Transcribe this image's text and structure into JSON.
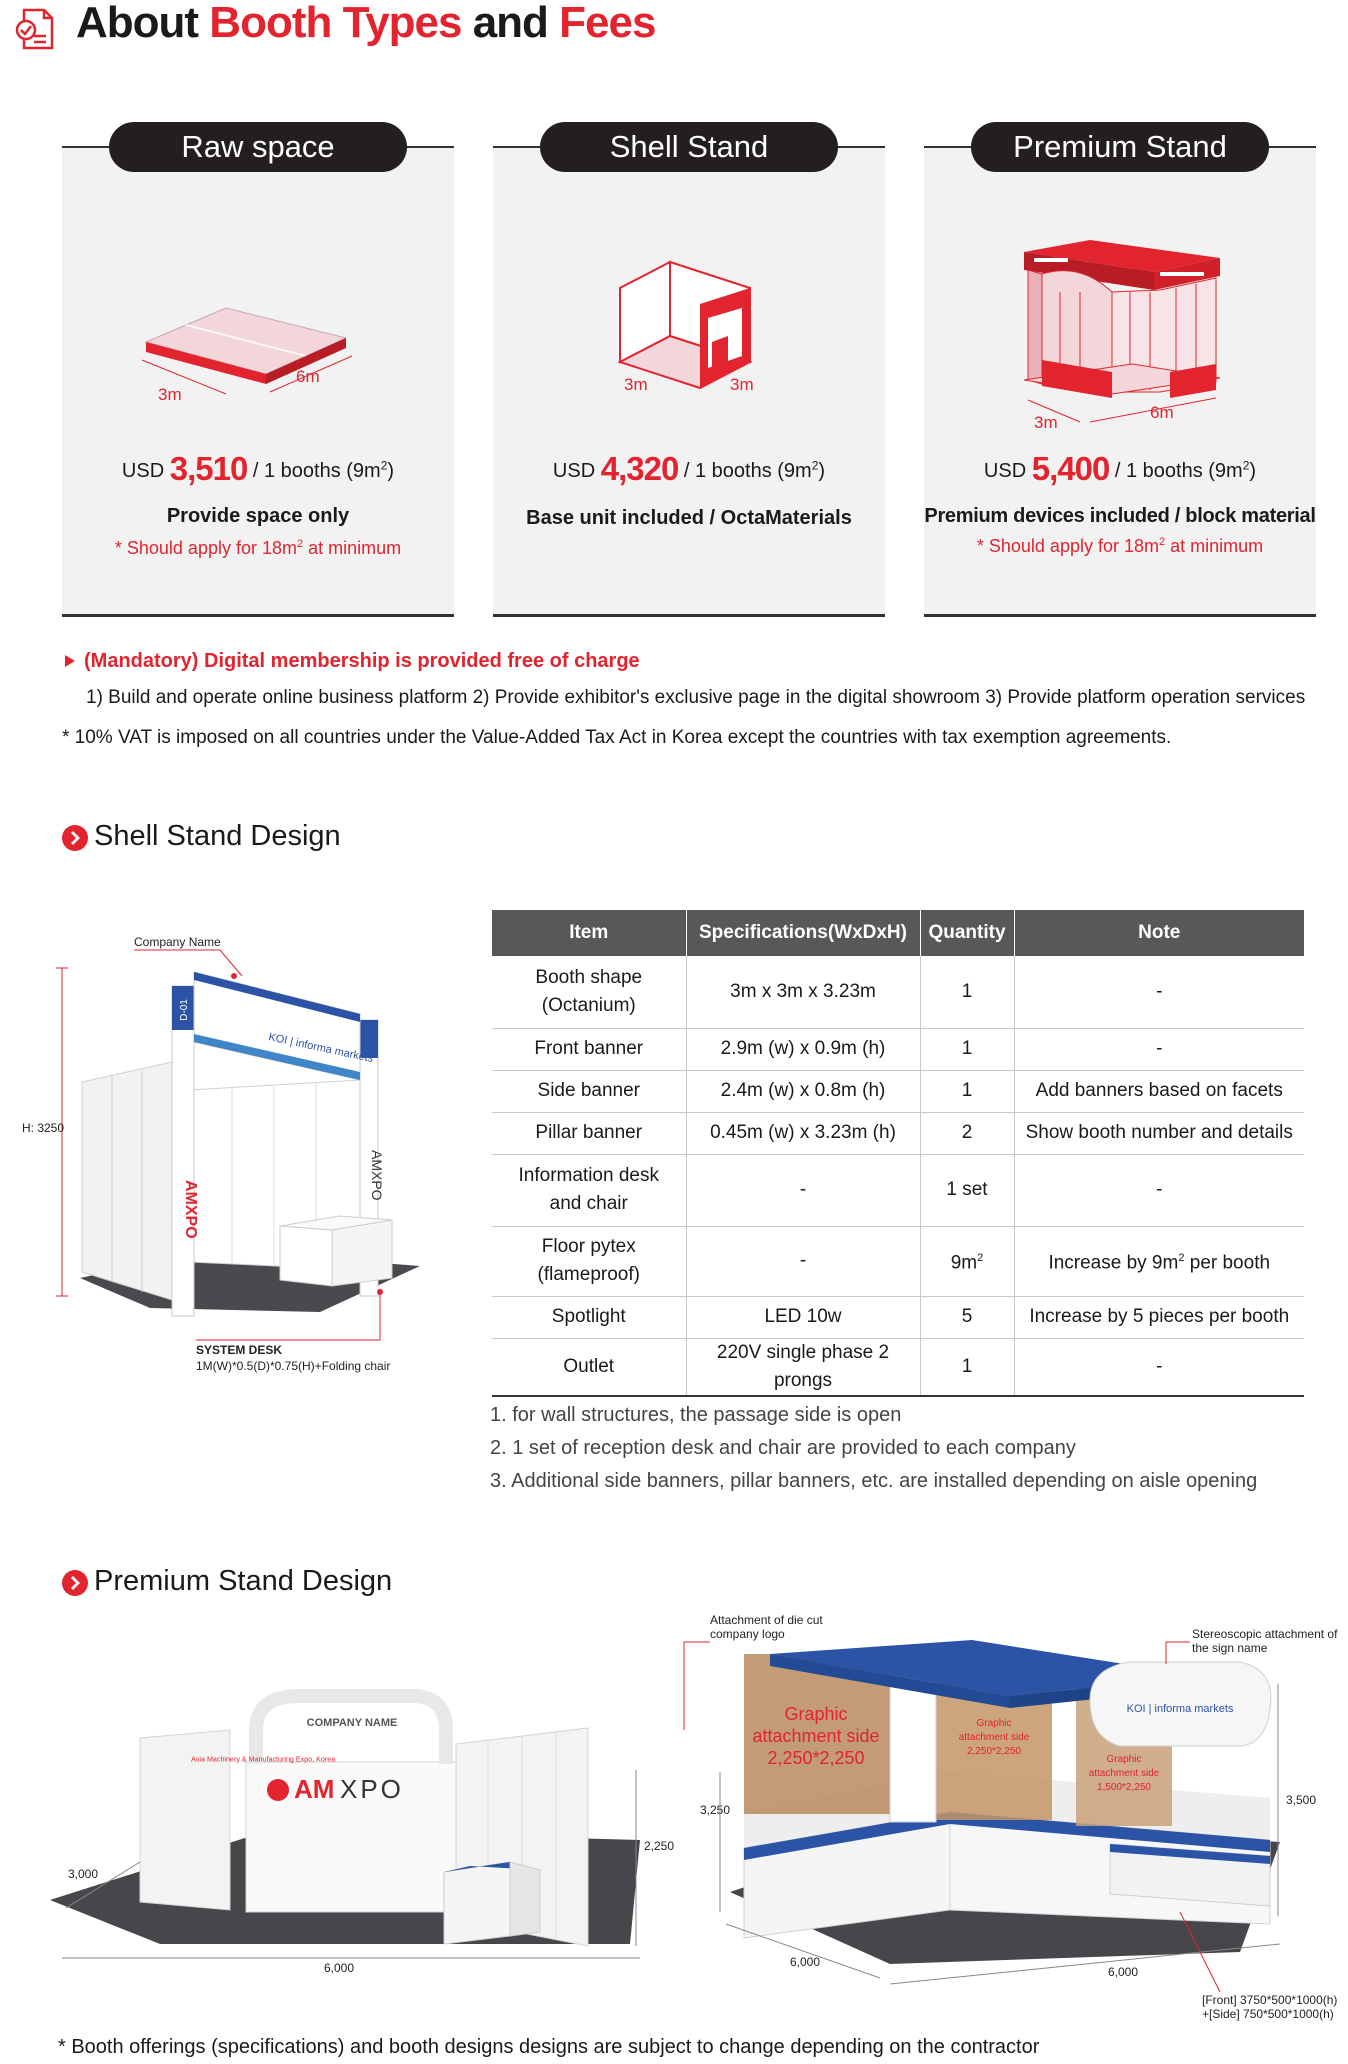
{
  "header": {
    "title_parts": [
      "About ",
      "Booth Types",
      " and ",
      "Fees"
    ]
  },
  "booths": [
    {
      "name": "Raw space",
      "dims": [
        "3m",
        "6m"
      ],
      "currency": "USD",
      "price": "3,510",
      "unit": "/ 1 booths (9m",
      "unit_sup": "2",
      "unit_end": ")",
      "desc": "Provide space only",
      "note_pre": "* Should apply for 18m",
      "note_sup": "2",
      "note_post": " at minimum"
    },
    {
      "name": "Shell Stand",
      "dims": [
        "3m",
        "3m"
      ],
      "currency": "USD",
      "price": "4,320",
      "unit": "/ 1 booths (9m",
      "unit_sup": "2",
      "unit_end": ")",
      "desc": "Base unit included / OctaMaterials"
    },
    {
      "name": "Premium Stand",
      "dims": [
        "3m",
        "6m"
      ],
      "currency": "USD",
      "price": "5,400",
      "unit": "/ 1 booths (9m",
      "unit_sup": "2",
      "unit_end": ")",
      "desc": "Premium devices included / block material",
      "note_pre": "* Should apply for 18m",
      "note_sup": "2",
      "note_post": " at minimum"
    }
  ],
  "notes": {
    "mandatory": "(Mandatory) Digital membership is provided free of charge",
    "mandatory_list": "1) Build and operate online business platform 2) Provide exhibitor's exclusive page in the digital showroom 3) Provide platform operation services",
    "vat": "* 10% VAT is imposed on all countries under the Value-Added Tax Act in Korea except the countries with tax exemption agreements."
  },
  "shell_section": {
    "title": "Shell Stand Design",
    "callouts": {
      "company_name": "Company Name",
      "height": "H: 3250",
      "desk_title": "SYSTEM DESK",
      "desk_spec": "1M(W)*0.5(D)*0.75(H)+Folding chair",
      "booth_no": "D-01",
      "amxpo": "AMXPO",
      "banner_logo": "KOI | informa markets"
    },
    "table": {
      "headers": [
        "Item",
        "Specifications(WxDxH)",
        "Quantity",
        "Note"
      ],
      "rows": [
        {
          "item": [
            "Booth shape",
            "(Octanium)"
          ],
          "spec": "3m x 3m x 3.23m",
          "qty": "1",
          "note": "-"
        },
        {
          "item": [
            "Front banner"
          ],
          "spec": "2.9m (w) x 0.9m (h)",
          "qty": "1",
          "note": "-"
        },
        {
          "item": [
            "Side banner"
          ],
          "spec": "2.4m (w) x 0.8m (h)",
          "qty": "1",
          "note": "Add banners based on facets"
        },
        {
          "item": [
            "Pillar banner"
          ],
          "spec": "0.45m (w) x 3.23m (h)",
          "qty": "2",
          "note": "Show booth number and details"
        },
        {
          "item": [
            "Information desk",
            "and chair"
          ],
          "spec": "-",
          "qty": "1 set",
          "note": "-"
        },
        {
          "item": [
            "Floor pytex",
            "(flameproof)"
          ],
          "spec": "-",
          "qty": "9m",
          "qty_sup": "2",
          "note": "Increase by 9m",
          "note_sup": "2",
          "note_post": " per booth"
        },
        {
          "item": [
            "Spotlight"
          ],
          "spec": "LED 10w",
          "qty": "5",
          "note": "Increase by 5 pieces per booth"
        },
        {
          "item": [
            "Outlet"
          ],
          "spec": "220V single phase 2 prongs",
          "qty": "1",
          "note": "-"
        }
      ]
    },
    "table_notes": [
      "1. for wall structures, the passage side is open",
      "2. 1 set of reception desk and chair are provided to each company",
      "3. Additional side banners, pillar banners, etc. are installed depending on aisle opening"
    ]
  },
  "premium_section": {
    "title": "Premium Stand Design",
    "left": {
      "company_name": "COMPANY NAME",
      "amxpo_am": "AM",
      "amxpo_xpo": "XPO",
      "amxpo_sub": "Asia Machinery & Manufacturing Expo, Korea",
      "dim_depth": "3,000",
      "dim_height": "2,250",
      "dim_width": "6,000"
    },
    "right": {
      "logo_callout": [
        "Attachment of die cut",
        "company logo"
      ],
      "sign_callout": [
        "Stereoscopic attachment of",
        "the sign name"
      ],
      "graphic_1": [
        "Graphic",
        "attachment side",
        "2,250*2,250"
      ],
      "graphic_2": [
        "Graphic",
        "attachment side",
        "2,250*2,250"
      ],
      "graphic_3": [
        "Graphic",
        "attachment side",
        "1,500*2,250"
      ],
      "sign_logo": "KOI | informa markets",
      "dim_left": "3,250",
      "dim_right": "3,500",
      "dim_depth": "6,000",
      "dim_width": "6,000",
      "counter_callout": [
        "[Front] 3750*500*1000(h)",
        "+[Side] 750*500*1000(h)"
      ]
    }
  },
  "footer": "* Booth offerings (specifications) and booth designs designs are subject to change depending on the contractor",
  "colors": {
    "accent": "#e2242f",
    "dark": "#231f20",
    "table_header": "#58585a",
    "blue": "#2b54a6"
  }
}
